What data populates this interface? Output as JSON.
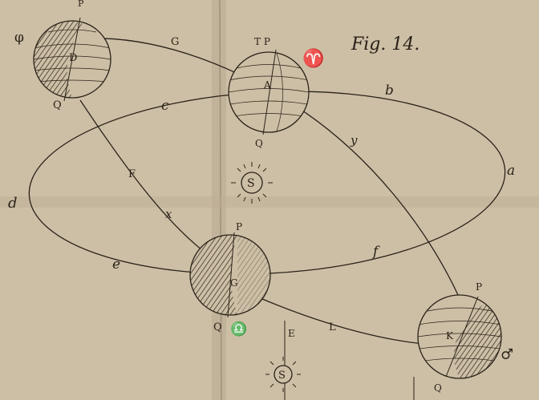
{
  "figure": {
    "caption": "Fig. 14.",
    "colors": {
      "paper": "#cdbfa6",
      "paper_shade": "#bcae95",
      "ink": "#2a2218",
      "shadow_fill": "#6f6453"
    },
    "globes": [
      {
        "center": "D",
        "pole": "P",
        "equator_end": "Q",
        "side_symbol": "φ"
      },
      {
        "center": "A",
        "pole": "T P",
        "equator_end": "Q",
        "side_symbol": "♈"
      },
      {
        "center": "G",
        "pole": "P",
        "equator_end": "Q",
        "side_symbol": "♎"
      },
      {
        "center": "K",
        "pole": "P",
        "equator_end": "Q",
        "side_symbol": "♂"
      }
    ],
    "sun_label": "S",
    "orbit_labels": [
      "a",
      "b",
      "c",
      "d",
      "e",
      "f"
    ],
    "path_labels": [
      "G",
      "y",
      "F",
      "x",
      "L",
      "E"
    ]
  }
}
